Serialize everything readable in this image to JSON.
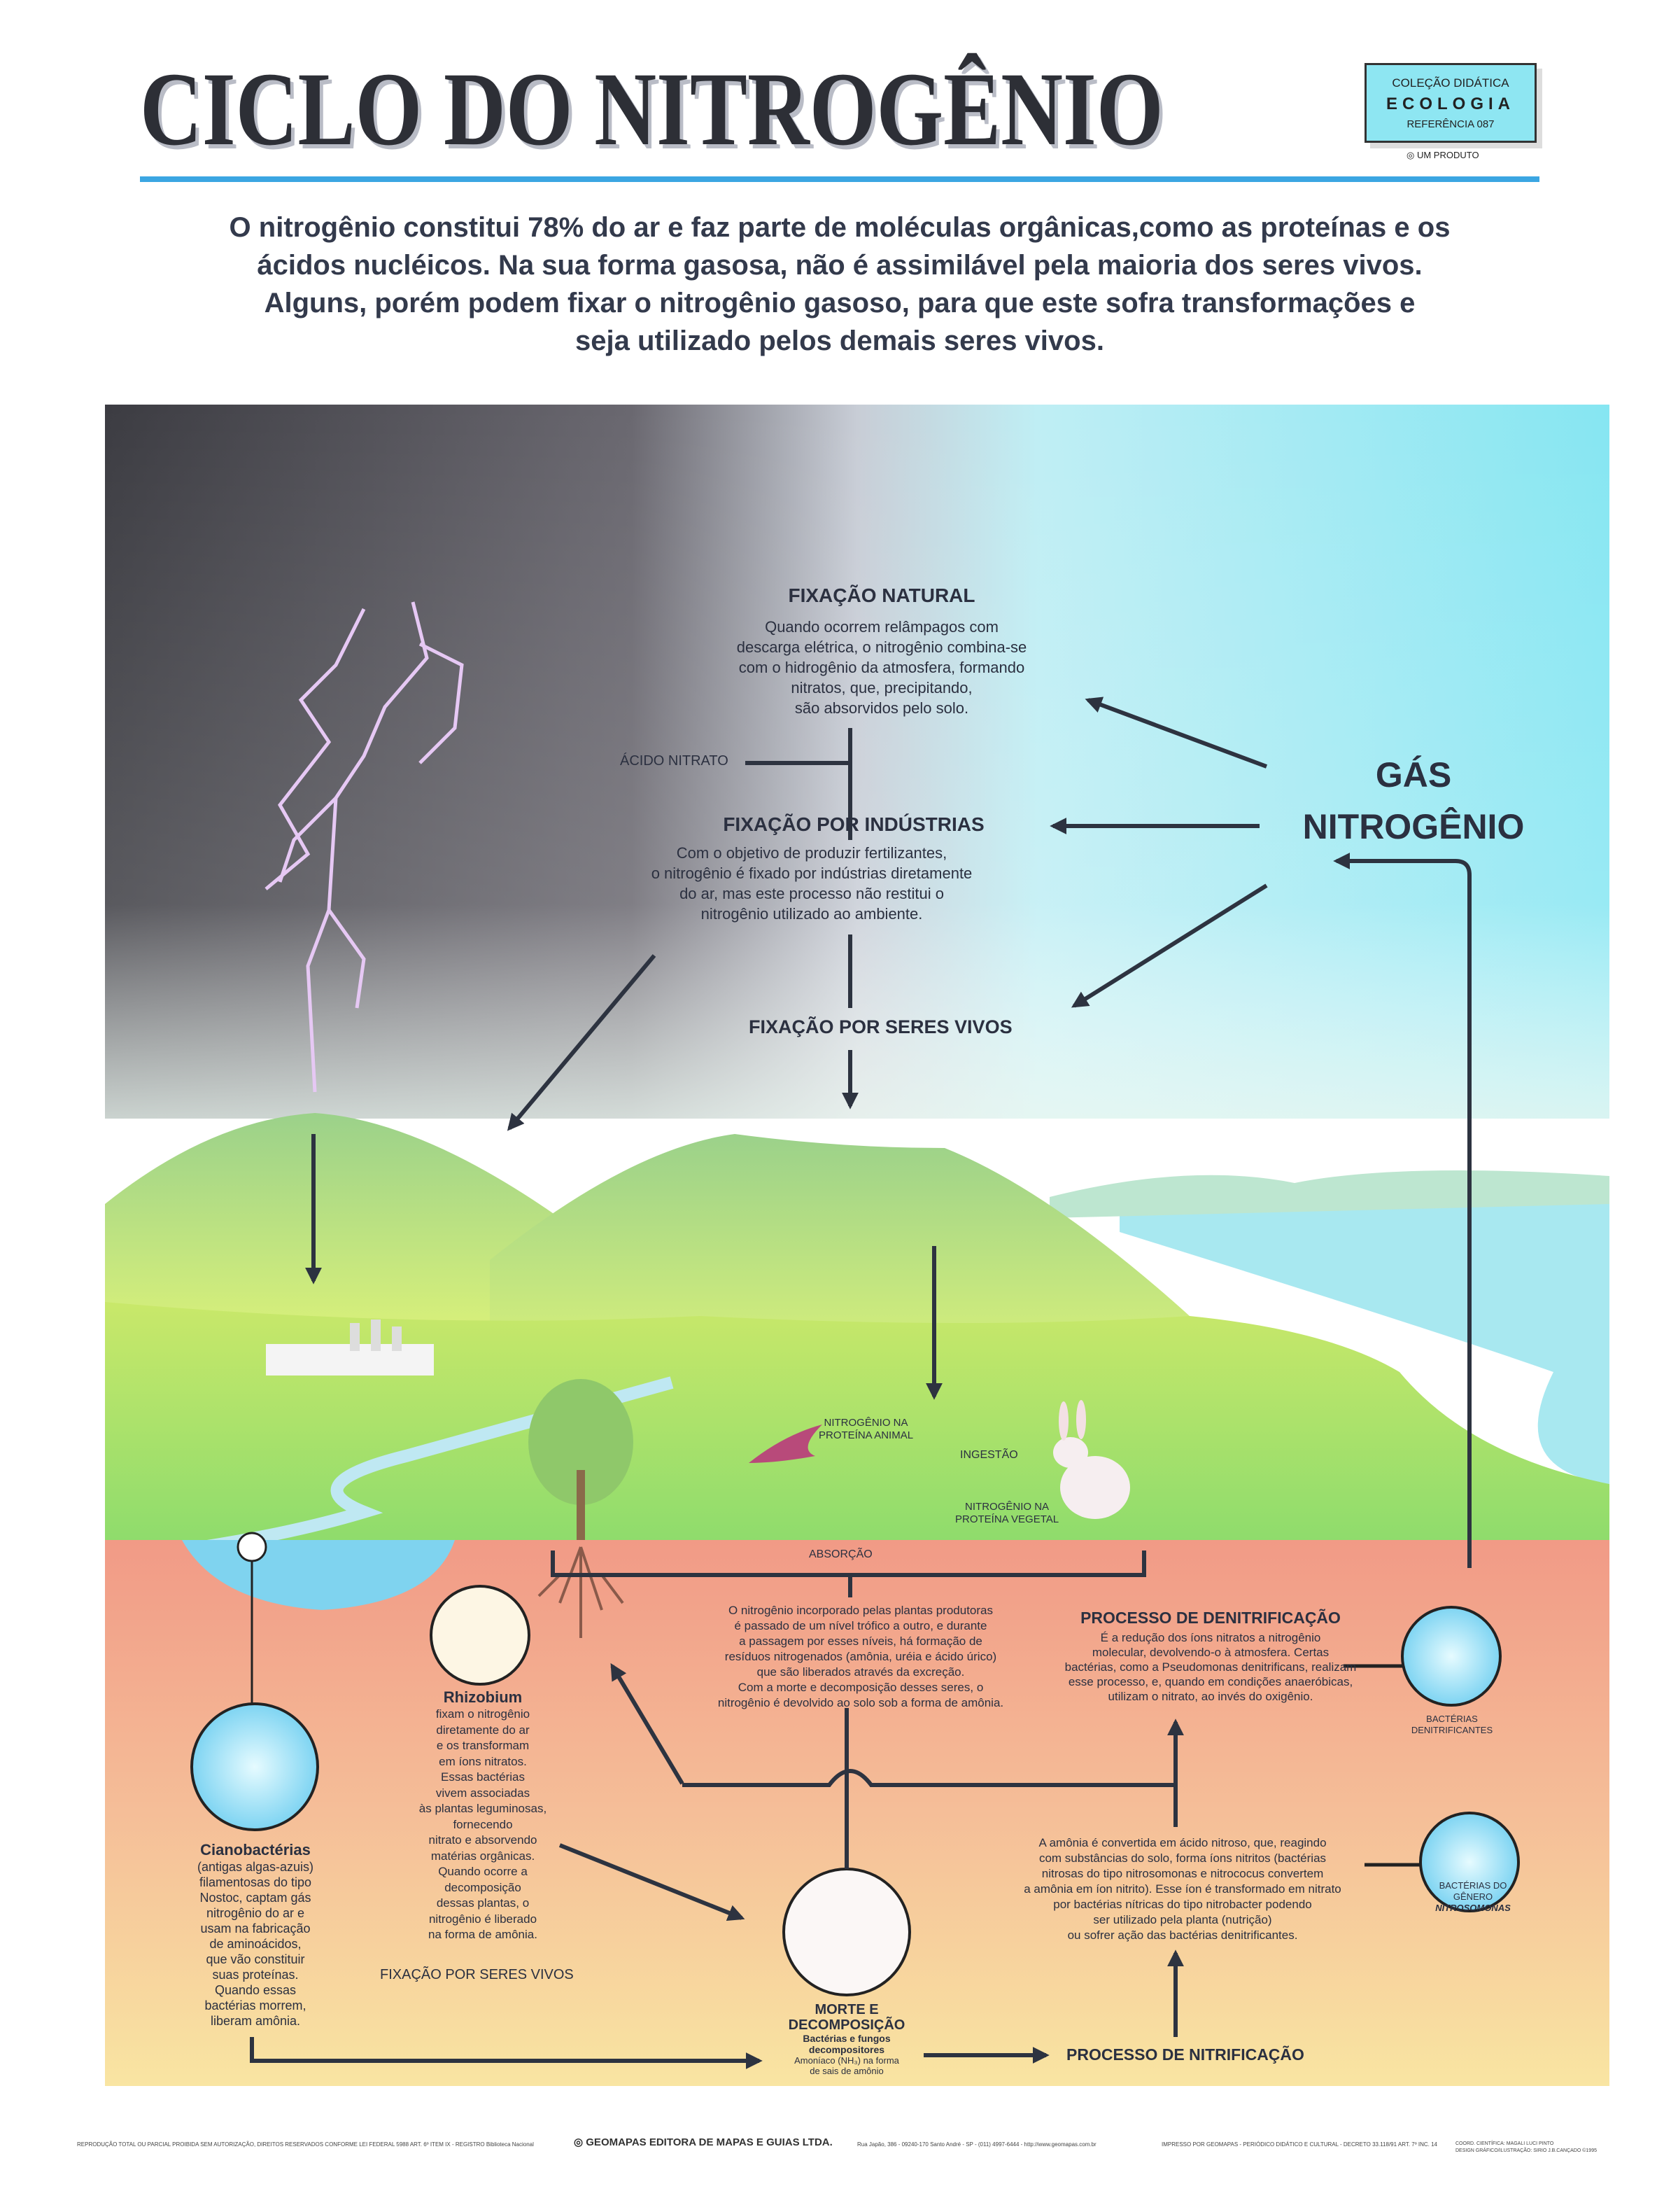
{
  "header": {
    "title": "CICLO DO NITROGÊNIO",
    "badge": {
      "line1": "COLEÇÃO DIDÁTICA",
      "line2": "ECOLOGIA",
      "line3": "REFERÊNCIA 087"
    },
    "produto": "UM PRODUTO",
    "intro": [
      "O nitrogênio constitui 78% do ar e faz parte de moléculas orgânicas,como as proteínas e os",
      "ácidos nucléicos.  Na sua forma gasosa, não é assimilável pela maioria dos seres vivos.",
      "Alguns, porém podem fixar o nitrogênio gasoso, para que este sofra transformações e",
      "seja utilizado pelos demais  seres vivos."
    ]
  },
  "diagram": {
    "gas": [
      "GÁS",
      "NITROGÊNIO"
    ],
    "natural": {
      "title": "FIXAÇÃO NATURAL",
      "body": [
        "Quando ocorrem relâmpagos com",
        "descarga elétrica, o nitrogênio combina-se",
        "com o hidrogênio da atmosfera, formando",
        "nitratos, que, precipitando,",
        "são absorvidos pelo solo."
      ]
    },
    "acido": "ÁCIDO NITRATO",
    "industrias": {
      "title": "FIXAÇÃO POR INDÚSTRIAS",
      "body": [
        "Com o objetivo de produzir fertilizantes,",
        "o nitrogênio é fixado por indústrias diretamente",
        "do ar, mas este processo não restitui o",
        "nitrogênio utilizado ao ambiente."
      ]
    },
    "seres_vivos": "FIXAÇÃO POR SERES VIVOS",
    "proteina_animal": [
      "NITROGÊNIO NA",
      "PROTEÍNA ANIMAL"
    ],
    "ingestao": "INGESTÃO",
    "proteina_vegetal": [
      "NITROGÊNIO NA",
      "PROTEÍNA VEGETAL"
    ],
    "absorcao": "ABSORÇÃO",
    "trofico": [
      "O nitrogênio incorporado pelas plantas produtoras",
      "é passado de um nível trófico a outro, e durante",
      "a passagem por esses níveis, há formação de",
      "resíduos nitrogenados (amônia, uréia e ácido úrico)",
      "que são liberados através da excreção.",
      "Com a morte e decomposição desses seres, o",
      "nitrogênio é devolvido ao solo sob a forma de amônia."
    ],
    "denitrificacao": {
      "title": "PROCESSO DE DENITRIFICAÇÃO",
      "body": [
        "É a redução dos íons nitratos a nitrogênio",
        "molecular, devolvendo-o à atmosfera. Certas",
        "bactérias, como a Pseudomonas denitrificans, realizam",
        "esse processo, e, quando em condições anaeróbicas,",
        "utilizam o nitrato, ao invés do oxigênio."
      ]
    },
    "bacterias_denitrificantes": [
      "BACTÉRIAS",
      "DENITRIFICANTES"
    ],
    "amonia": [
      "A amônia é convertida em ácido nitroso, que, reagindo",
      "com substâncias  do solo, forma  íons nitritos (bactérias",
      "nitrosas do tipo  nitrosomonas e nitrococus convertem",
      "a amônia em íon nitrito). Esse íon é transformado em nitrato",
      "por bactérias nítricas do tipo nitrobacter podendo",
      "ser utilizado pela planta (nutrição)",
      "ou sofrer ação das bactérias denitrificantes."
    ],
    "nitrosomonas": [
      "BACTÉRIAS DO",
      "GÊNERO",
      "NITROSOMONAS"
    ],
    "cianobacterias": {
      "title": "Cianobactérias",
      "body": [
        "(antigas algas-azuis)",
        "filamentosas do tipo",
        "Nostoc, captam gás",
        "nitrogênio do ar e",
        "usam na fabricação",
        "de aminoácidos,",
        "que vão constituir",
        "suas proteínas.",
        "Quando essas",
        "bactérias morrem,",
        "liberam amônia."
      ]
    },
    "rhizobium": {
      "title": "Rhizobium",
      "body": [
        "fixam o nitrogênio",
        "diretamente do ar",
        "e os transformam",
        "em íons nitratos.",
        "Essas bactérias",
        "vivem associadas",
        "às plantas leguminosas,",
        "fornecendo",
        "nitrato e absorvendo",
        "matérias  orgânicas.",
        "Quando  ocorre a",
        "decomposição",
        "dessas plantas, o",
        "nitrogênio é liberado",
        "na forma de amônia."
      ]
    },
    "seres_vivos_lower": "FIXAÇÃO POR SERES VIVOS",
    "morte": {
      "title": [
        "MORTE E",
        "DECOMPOSIÇÃO"
      ],
      "sub": [
        "Bactérias e fungos",
        "decompositores"
      ],
      "small": [
        "Amoníaco (NH₃) na forma",
        "de sais de amônio"
      ]
    },
    "nitrificacao": "PROCESSO DE NITRIFICAÇÃO"
  },
  "footer": {
    "rights": "REPRODUÇÃO TOTAL OU PARCIAL PROIBIDA SEM AUTORIZAÇÃO, DIREITOS RESERVADOS CONFORME LEI FEDERAL 5988 ART. 6º ITEM IX - REGISTRO Biblioteca Nacional",
    "brand": "GEOMAPAS EDITORA DE MAPAS E GUIAS LTDA.",
    "address": "Rua Japão, 386 - 09240-170 Santo André - SP - (011) 4997-6444 - http://www.geomapas.com.br",
    "impresso": "IMPRESSO POR GEOMAPAS - PERIÓDICO DIDÁTICO E CULTURAL - DECRETO 33.118/91 ART. 7º INC. 14",
    "coord": [
      "COORD. CIENTÍFICA: MAGALI LUCI PINTO",
      "DESIGN GRÁFICO/ILUSTRAÇÃO: SIRIO J.B.CANÇADO ©1995"
    ]
  },
  "colors": {
    "accent_rule": "#3ba6e2",
    "badge": "#8ee6f2",
    "soil_top": "#f2a08c",
    "soil_bottom": "#f8e4a0",
    "sky_right": "#8eeaf4",
    "sky_left": "#5a5a60"
  }
}
